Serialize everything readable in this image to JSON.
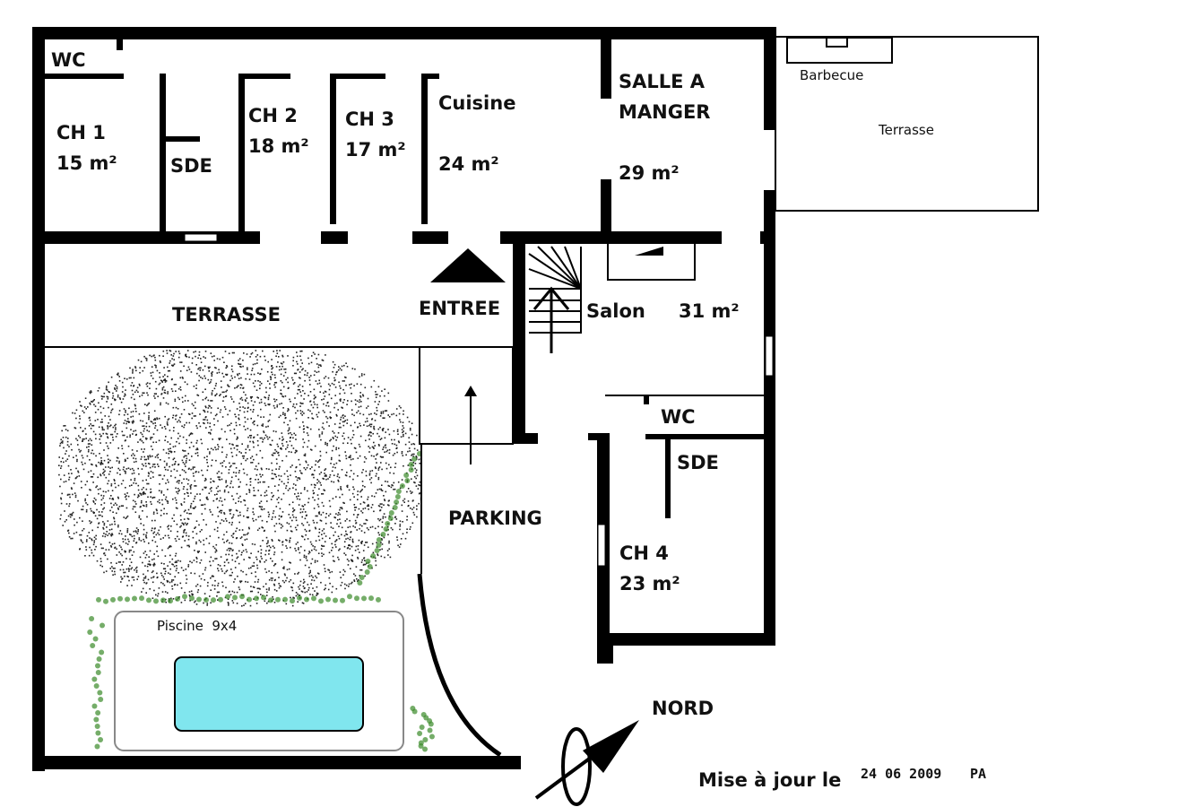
{
  "rooms": {
    "wc_top": "WC",
    "ch1_name": "CH 1",
    "ch1_area": "15 m²",
    "sde_top": "SDE",
    "ch2_name": "CH 2",
    "ch2_area": "18 m²",
    "ch3_name": "CH 3",
    "ch3_area": "17 m²",
    "cuisine_name": "Cuisine",
    "cuisine_area": "24 m²",
    "salle_name_1": "SALLE A",
    "salle_name_2": "MANGER",
    "salle_area": "29 m²",
    "barbecue": "Barbecue",
    "terrasse_east": "Terrasse",
    "terrasse": "TERRASSE",
    "entree": "ENTREE",
    "salon_name": "Salon",
    "salon_area": "31 m²",
    "wc_bottom": "WC",
    "sde_bottom": "SDE",
    "parking": "PARKING",
    "ch4_name": "CH 4",
    "ch4_area": "23 m²",
    "piscine": "Piscine  9x4"
  },
  "compass": {
    "label": "NORD"
  },
  "footer": {
    "updated_label": "Mise à jour le",
    "date": "24 06 2009",
    "author": "PA"
  },
  "colors": {
    "wall": "#000000",
    "pool_water": "#80e6ee",
    "garden_dots": "#222222",
    "hedge": "#3a8a2a"
  }
}
